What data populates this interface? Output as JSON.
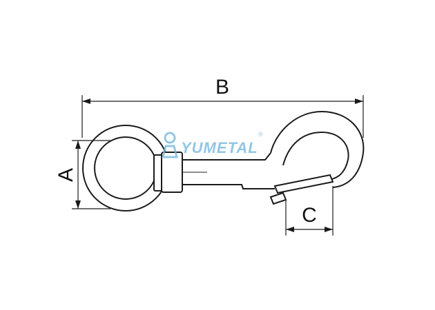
{
  "dimensions": {
    "overall_length_label": "B",
    "ring_diameter_label": "A",
    "gate_opening_label": "C"
  },
  "watermark": {
    "brand_text": "YUMETAL",
    "registered_mark": "®",
    "color": "#6fb3dc"
  },
  "colors": {
    "line": "#1a1a1a",
    "background": "#ffffff"
  }
}
